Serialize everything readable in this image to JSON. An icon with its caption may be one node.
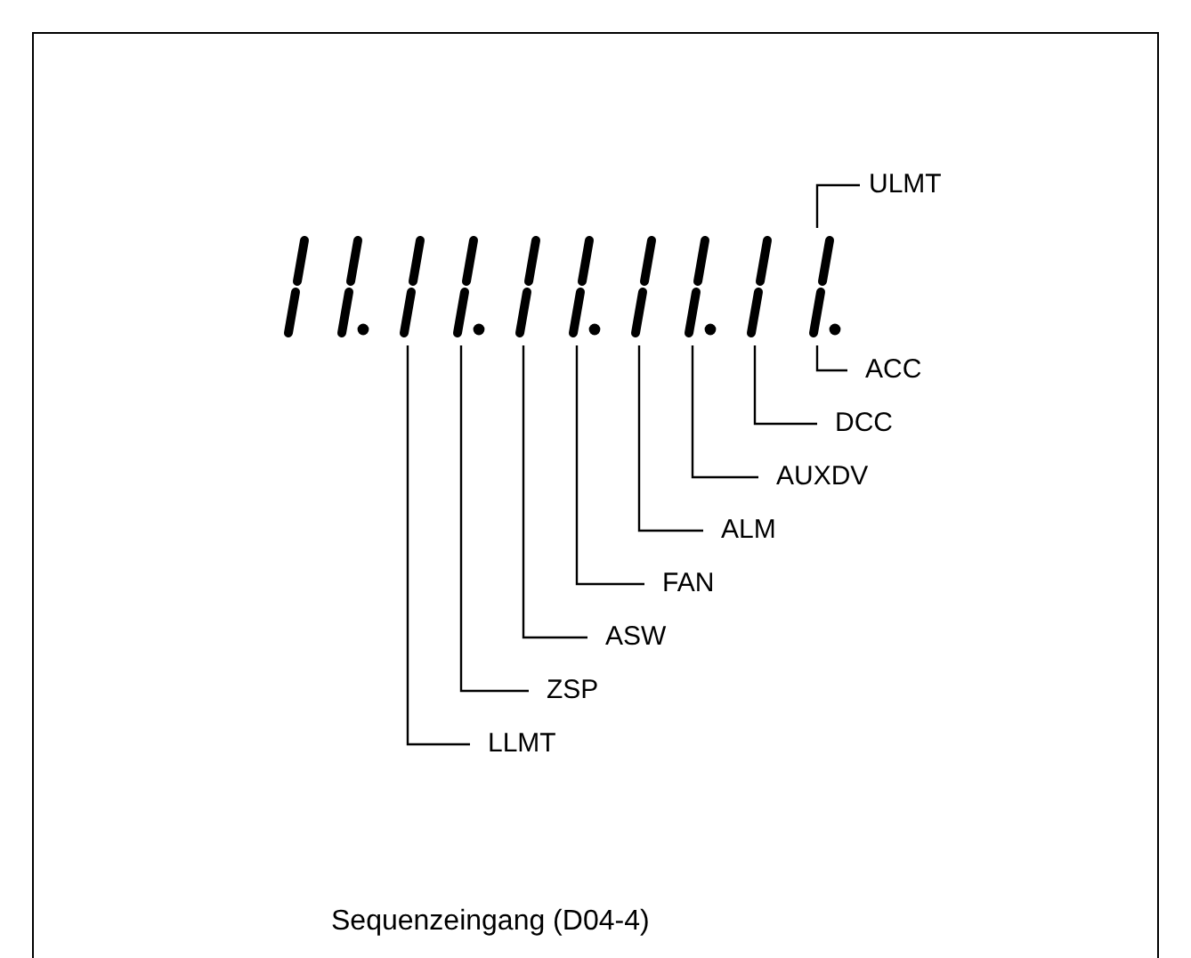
{
  "diagram": {
    "caption": "Sequenzeingang (D04-4)",
    "nodes": [
      {
        "text": [],
        "shape": "picture"
      },
      {
        "text": [],
        "shape": "picture"
      },
      {
        "text": [],
        "shape": "picture"
      },
      {
        "text": [],
        "shape": "picture"
      },
      {
        "text": [],
        "shape": "picture"
      },
      {
        "text": [],
        "shape": "picture"
      },
      {
        "text": [],
        "shape": "picture"
      },
      {
        "text": [],
        "shape": "picture"
      },
      {
        "text": [],
        "shape": "picture"
      },
      {
        "text": [],
        "shape": "picture"
      },
      {
        "text": [
          "ULMT"
        ]
      },
      {
        "text": [
          "ACC"
        ]
      },
      {
        "text": [
          "DCC"
        ]
      },
      {
        "text": [
          "AUXDV"
        ]
      },
      {
        "text": [
          "ALM"
        ]
      },
      {
        "text": [
          "FAN"
        ]
      },
      {
        "text": [
          "ASW"
        ]
      },
      {
        "text": [
          "ZSP"
        ]
      },
      {
        "text": [
          "LLMT"
        ]
      }
    ],
    "edges": [
      {
        "from": 10,
        "to": 9,
        "arrow": "none"
      },
      {
        "from": 11,
        "to": 9,
        "arrow": "none"
      },
      {
        "from": 12,
        "to": 8,
        "arrow": "none"
      },
      {
        "from": 13,
        "to": 7,
        "arrow": "none"
      },
      {
        "from": 14,
        "to": 6,
        "arrow": "none"
      },
      {
        "from": 15,
        "to": 5,
        "arrow": "none"
      },
      {
        "from": 16,
        "to": 4,
        "arrow": "none"
      },
      {
        "from": 17,
        "to": 3,
        "arrow": "none"
      },
      {
        "from": 18,
        "to": 2,
        "arrow": "none"
      }
    ]
  }
}
